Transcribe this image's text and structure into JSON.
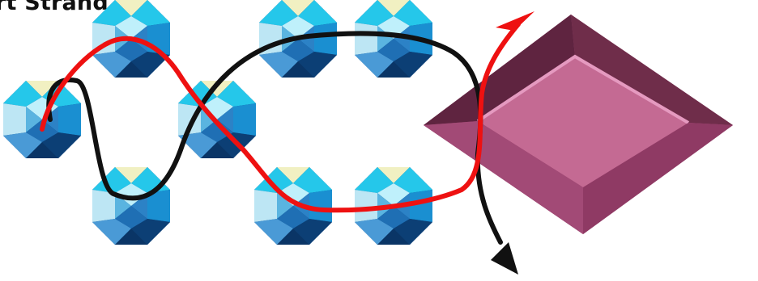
{
  "title": "rt Strand",
  "colors": {
    "strand_red": "#ee1111",
    "strand_black": "#111111",
    "bead_top": "#f1f0c2",
    "bead_light_blue": "#25c7ea",
    "bead_mid_blue": "#1a8fd1",
    "bead_dark_blue": "#0f4f8e",
    "tray_main": "#c06890",
    "tray_dark": "#6f2d4a"
  },
  "beads": [
    {
      "label": "bead-top-1"
    },
    {
      "label": "bead-left"
    },
    {
      "label": "bead-bottom-1"
    },
    {
      "label": "bead-middle"
    },
    {
      "label": "bead-top-2"
    },
    {
      "label": "bead-top-3"
    },
    {
      "label": "bead-bottom-2"
    },
    {
      "label": "bead-bottom-3"
    }
  ],
  "icons": {
    "tray": "bead-tray-icon",
    "arrow_red": "red-arrow-icon",
    "arrow_black": "black-arrow-icon"
  }
}
